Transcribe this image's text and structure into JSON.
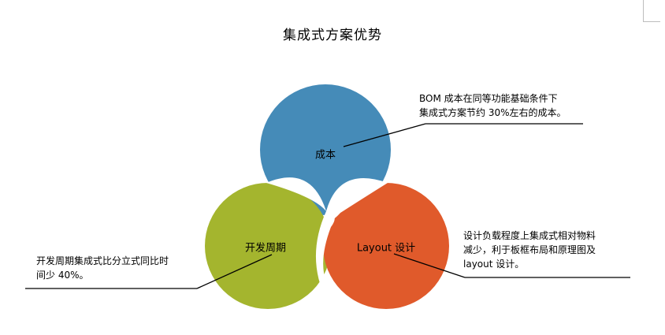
{
  "title": "集成式方案优势",
  "circles": {
    "cost": {
      "label": "成本",
      "color": "#458BB8"
    },
    "cycle": {
      "label": "开发周期",
      "color": "#A4B52E"
    },
    "layout": {
      "label": "Layout 设计",
      "color": "#E05A2B"
    }
  },
  "notes": {
    "cost": [
      "BOM 成本在同等功能基础条件下",
      "集成式方案节约 30%左右的成本。"
    ],
    "cycle": [
      "开发周期集成式比分立式同比时",
      "间少 40%。"
    ],
    "layout": [
      "设计负载程度上集成式相对物料",
      "减少，利于板框布局和原理图及",
      "layout 设计。"
    ]
  }
}
